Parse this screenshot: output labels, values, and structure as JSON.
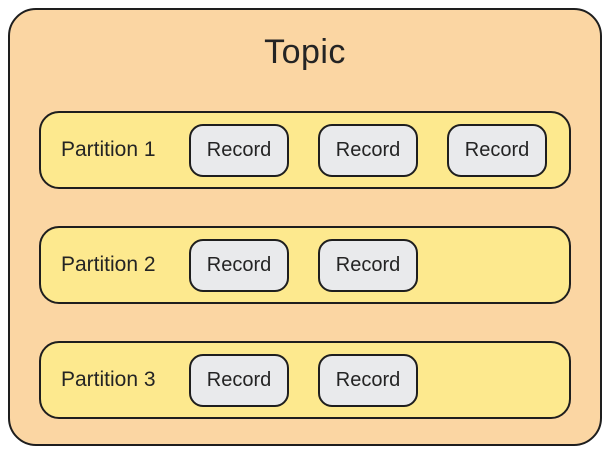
{
  "diagram": {
    "title": "Topic",
    "partitions": [
      {
        "label": "Partition 1",
        "records": [
          "Record",
          "Record",
          "Record"
        ]
      },
      {
        "label": "Partition 2",
        "records": [
          "Record",
          "Record"
        ]
      },
      {
        "label": "Partition 3",
        "records": [
          "Record",
          "Record"
        ]
      }
    ],
    "colors": {
      "topic_fill": "#FBD6A3",
      "partition_fill": "#FDE98E",
      "record_fill": "#E9EAEC",
      "border": "#1E1E1E",
      "text": "#242424"
    }
  }
}
